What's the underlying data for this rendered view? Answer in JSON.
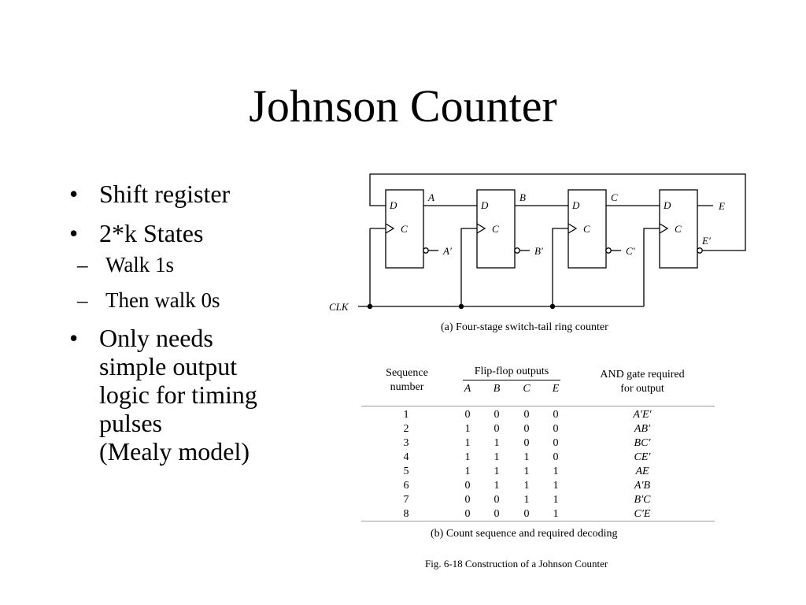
{
  "title": "Johnson Counter",
  "bullets": [
    {
      "text": "Shift register",
      "sub": []
    },
    {
      "text": "2*k States",
      "sub": [
        "Walk 1s",
        "Then walk 0s"
      ]
    },
    {
      "lines": [
        "Only needs",
        "simple output",
        "logic for timing",
        "pulses",
        "(Mealy model)"
      ]
    }
  ],
  "figure": {
    "circuit": {
      "clock_label": "CLK",
      "d_label": "D",
      "c_label": "C",
      "outputs": [
        "A",
        "B",
        "C",
        "E"
      ],
      "complements": [
        "A′",
        "B′",
        "C′",
        "E′"
      ],
      "caption": "(a) Four-stage switch-tail ring counter"
    },
    "table": {
      "header_seq": [
        "Sequence",
        "number"
      ],
      "header_ff": "Flip-flop outputs",
      "header_gate": [
        "AND gate required",
        "for output"
      ],
      "columns": [
        "A",
        "B",
        "C",
        "E"
      ],
      "rows": [
        {
          "seq": "1",
          "a": "0",
          "b": "0",
          "c": "0",
          "e": "0",
          "gate": "A′E′"
        },
        {
          "seq": "2",
          "a": "1",
          "b": "0",
          "c": "0",
          "e": "0",
          "gate": "AB′"
        },
        {
          "seq": "3",
          "a": "1",
          "b": "1",
          "c": "0",
          "e": "0",
          "gate": "BC′"
        },
        {
          "seq": "4",
          "a": "1",
          "b": "1",
          "c": "1",
          "e": "0",
          "gate": "CE′"
        },
        {
          "seq": "5",
          "a": "1",
          "b": "1",
          "c": "1",
          "e": "1",
          "gate": "AE"
        },
        {
          "seq": "6",
          "a": "0",
          "b": "1",
          "c": "1",
          "e": "1",
          "gate": "A′B"
        },
        {
          "seq": "7",
          "a": "0",
          "b": "0",
          "c": "1",
          "e": "1",
          "gate": "B′C"
        },
        {
          "seq": "8",
          "a": "0",
          "b": "0",
          "c": "0",
          "e": "1",
          "gate": "C′E"
        }
      ],
      "caption": "(b) Count sequence and required decoding"
    },
    "figure_caption": "Fig. 6-18  Construction of a Johnson Counter"
  },
  "colors": {
    "table_rule": "#5bb4d6"
  }
}
